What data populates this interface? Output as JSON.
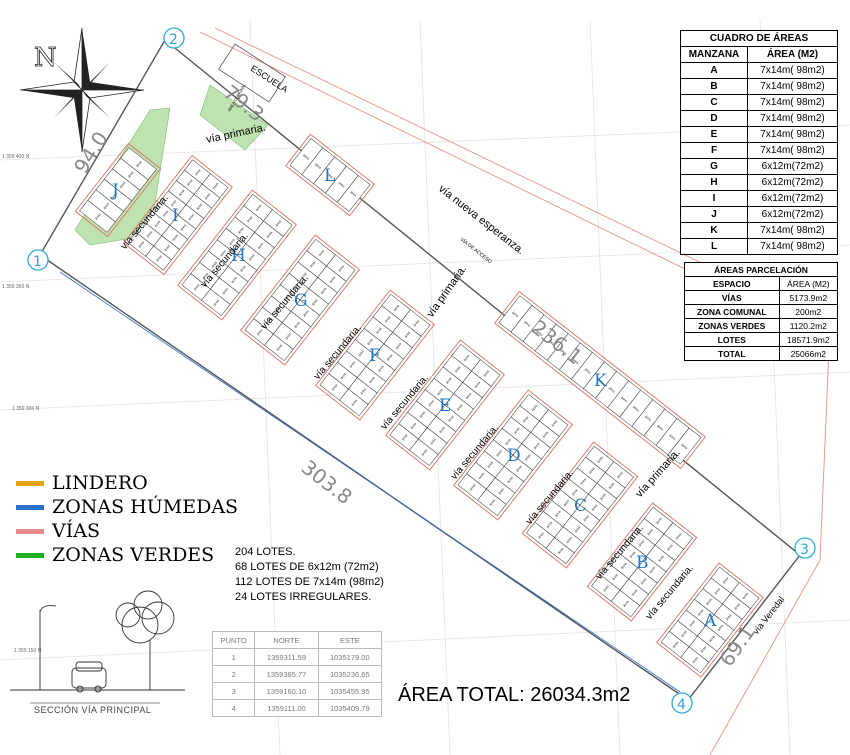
{
  "north_label": "N",
  "landmark_label": "ESCUELA",
  "communal_label": "ÁREA COMUNAL",
  "roads": {
    "primary": "vía primaria.",
    "secondary": "vía secundaria.",
    "nueva_esperanza": "vía nueva esperanza.",
    "veredal": "vía Veredal",
    "acceso": "VÍA DE ACCESO"
  },
  "dimensions": [
    "94.0",
    "79.3",
    "236.1",
    "303.8",
    "69.1"
  ],
  "vertices": [
    "1",
    "2",
    "3",
    "4"
  ],
  "blocks": [
    "A",
    "B",
    "C",
    "D",
    "E",
    "F",
    "G",
    "H",
    "I",
    "J",
    "L",
    "K"
  ],
  "lot_text": "área",
  "areas_table": {
    "title": "CUADRO DE ÁREAS",
    "headers": [
      "MANZANA",
      "ÁREA (M2)"
    ],
    "rows": [
      [
        "A",
        "7x14m( 98m2)"
      ],
      [
        "B",
        "7x14m( 98m2)"
      ],
      [
        "C",
        "7x14m( 98m2)"
      ],
      [
        "D",
        "7x14m( 98m2)"
      ],
      [
        "E",
        "7x14m( 98m2)"
      ],
      [
        "F",
        "7x14m( 98m2)"
      ],
      [
        "G",
        "6x12m(72m2)"
      ],
      [
        "H",
        "6x12m(72m2)"
      ],
      [
        "I",
        "6x12m(72m2)"
      ],
      [
        "J",
        "6x12m(72m2)"
      ],
      [
        "K",
        "7x14m( 98m2)"
      ],
      [
        "L",
        "7x14m( 98m2)"
      ]
    ]
  },
  "parcel_table": {
    "title": "ÁREAS PARCELACIÓN",
    "headers": [
      "ESPACIO",
      "ÁREA (M2)"
    ],
    "rows": [
      [
        "VÍAS",
        "5173.9m2"
      ],
      [
        "ZONA COMUNAL",
        "200m2"
      ],
      [
        "ZONAS VERDES",
        "1120.2m2"
      ],
      [
        "LOTES",
        "18571.9m2"
      ],
      [
        "TOTAL",
        "25066m2"
      ]
    ]
  },
  "legend": [
    {
      "label": "LINDERO",
      "color": "#e8a317"
    },
    {
      "label": "ZONAS HÚMEDAS",
      "color": "#2a6fc9"
    },
    {
      "label": "VÍAS",
      "color": "#ee8a8a"
    },
    {
      "label": "ZONAS VERDES",
      "color": "#1fb21f"
    }
  ],
  "lots_summary": [
    "204 LOTES.",
    "68 LOTES DE 6x12m (72m2)",
    "112 LOTES DE 7x14m (98m2)",
    "24 LOTES IRREGULARES."
  ],
  "coords_table": {
    "headers": [
      "PUNTO",
      "NORTE",
      "ESTE"
    ],
    "rows": [
      [
        "1",
        "1359311.59",
        "1035179.00"
      ],
      [
        "2",
        "1359385.77",
        "1035236.65"
      ],
      [
        "3",
        "1359160.10",
        "1035455.95"
      ],
      [
        "4",
        "1359111.00",
        "1035409.79"
      ]
    ]
  },
  "grid_labels": [
    "1 359 400 N",
    "1 359 350 N",
    "1 359 300 N",
    "1 359 150 N"
  ],
  "total_area": "ÁREA TOTAL: 26034.3m2",
  "section_label": "SECCIÓN VÍA PRINCIPAL",
  "colors": {
    "boundary": "#555555",
    "road": "#e07a6a",
    "green": "#bfe3b0",
    "lot_line": "#333333",
    "marker": "#2aa8d8",
    "block_letter": "#1e78c8"
  }
}
